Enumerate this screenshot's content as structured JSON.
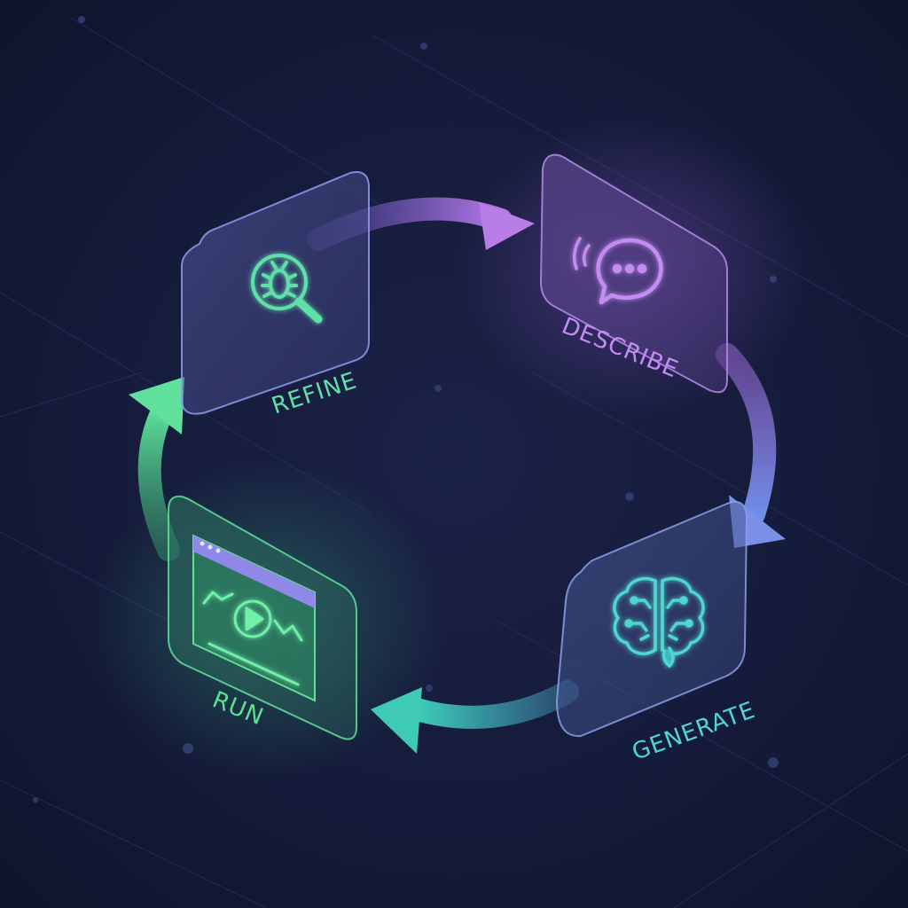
{
  "stages": [
    {
      "id": "refine",
      "label": "REFINE",
      "icon": "search-bug-icon"
    },
    {
      "id": "describe",
      "label": "DESCRIBE",
      "icon": "chat-bubble-icon"
    },
    {
      "id": "generate",
      "label": "GENERATE",
      "icon": "brain-circuit-icon"
    },
    {
      "id": "run",
      "label": "RUN",
      "icon": "play-window-icon"
    }
  ],
  "colors": {
    "background": "#151b3a",
    "refine": "#5ee0a8",
    "describe": "#c38cf2",
    "generate": "#4fd6d0",
    "run": "#5ee08f",
    "arrow_purple": "#a86bdc",
    "arrow_teal": "#3fc6c2",
    "arrow_green": "#4ec983"
  }
}
